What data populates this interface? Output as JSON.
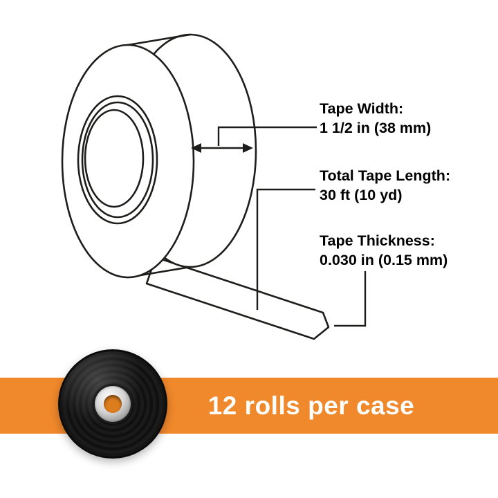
{
  "illustration": {
    "name": "tape-roll-line-drawing",
    "stroke_color": "#1d1d1b"
  },
  "specs": [
    {
      "label": "Tape Width:",
      "value": "1 1/2 in (38 mm)"
    },
    {
      "label": "Total Tape Length:",
      "value": "30 ft (10 yd)"
    },
    {
      "label": "Tape Thickness:",
      "value": "0.030 in (0.15 mm)"
    }
  ],
  "banner": {
    "text": "12 rolls per case",
    "background_color": "#F0882C",
    "text_color": "#FFFFFF"
  },
  "photo": {
    "name": "black-tape-roll-photo",
    "core_color": "#D6D6D6",
    "hole_color": "#DD7E1E"
  }
}
